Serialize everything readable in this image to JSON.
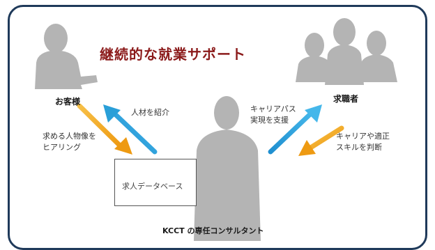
{
  "title": "継続的な就業サポート",
  "client": {
    "label": "お客様"
  },
  "jobseeker": {
    "label": "求職者"
  },
  "consultant": {
    "label": "KCCT の専任コンサルタント"
  },
  "database": {
    "label": "求人データベース"
  },
  "arrows": {
    "client_to_db": {
      "line1": "求める人物像を",
      "line2": "ヒアリング",
      "color": "#f0a21c"
    },
    "db_to_client": {
      "line1": "人材を紹介",
      "color": "#2a9fd8"
    },
    "consultant_to_jobseeker": {
      "line1": "キャリアパス",
      "line2": "実現を支援",
      "color": "#2a9fd8"
    },
    "jobseeker_to_consultant": {
      "line1": "キャリアや適正",
      "line2": "スキルを判断",
      "color": "#f0a21c"
    }
  },
  "colors": {
    "frame_border": "#1f3a5a",
    "silhouette": "#b4b4b4",
    "title": "#8b1a1a"
  }
}
